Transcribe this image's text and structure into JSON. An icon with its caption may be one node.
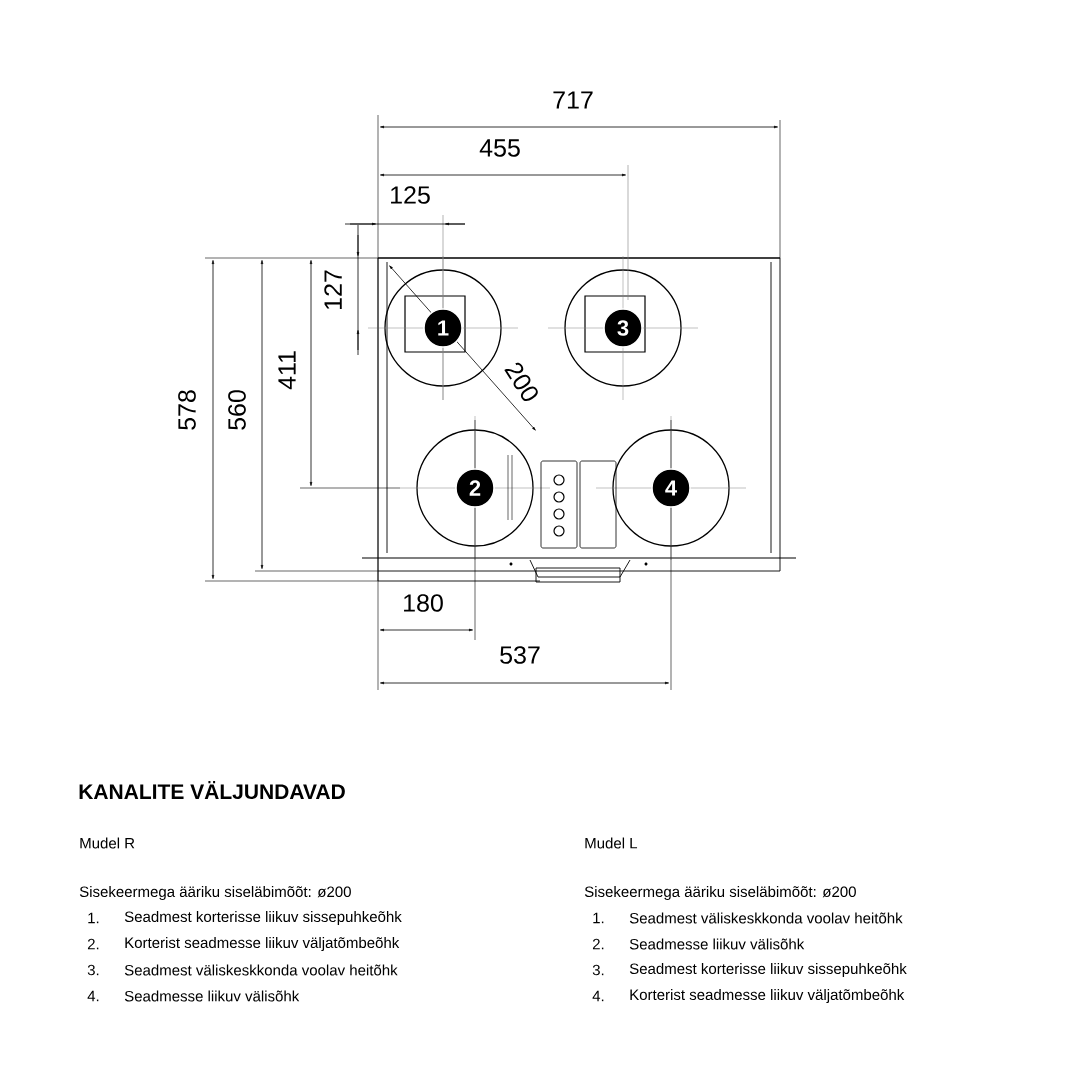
{
  "diagram": {
    "title": "KANALITE VÄLJUNDAVAD",
    "nodes": [
      {
        "text": [
          "1"
        ]
      },
      {
        "text": [
          "3"
        ]
      },
      {
        "text": [
          "2"
        ]
      },
      {
        "text": [
          "4"
        ]
      }
    ],
    "edges": [],
    "labels": [
      "717",
      "455",
      "125",
      "127",
      "578",
      "560",
      "411",
      "200",
      "180",
      "537",
      "Mudel R",
      "Mudel L",
      "Sisekeermega ääriku siseläbimõõt: ø200",
      "Sisekeermega ääriku siseläbimõõt: ø200",
      "1.",
      "Seadmest korterisse liikuv sissepuhkeõhk",
      "1.",
      "Seadmest väliskeskkonda voolav heitõhk",
      "2.",
      "Korterist seadmesse liikuv väljatõmbeõhk",
      "2.",
      "Seadmesse liikuv välisõhk",
      "3.",
      "Seadmest väliskeskkonda voolav heitõhk",
      "3.",
      "Seadmest korterisse liikuv sissepuhkeõhk",
      "4.",
      "Seadmesse liikuv välisõhk",
      "4.",
      "Korterist seadmesse liikuv väljatõmbeõhk"
    ]
  }
}
